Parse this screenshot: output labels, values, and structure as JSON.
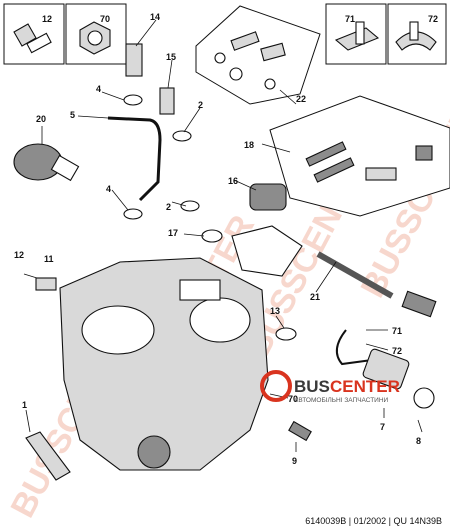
{
  "labels": {
    "l1": "1",
    "l2a": "2",
    "l2b": "2",
    "l4a": "4",
    "l4b": "4",
    "l5": "5",
    "l7": "7",
    "l8": "8",
    "l9": "9",
    "l11": "11",
    "l12a": "12",
    "l12b": "12",
    "l13": "13",
    "l14": "14",
    "l15": "15",
    "l16": "16",
    "l17": "17",
    "l18": "18",
    "l20": "20",
    "l21": "21",
    "l22": "22",
    "l70a": "70",
    "l70b": "70",
    "l71a": "71",
    "l71b": "71",
    "l72a": "72",
    "l72b": "72"
  },
  "watermark": {
    "text": "BUSSCENTER"
  },
  "brand": {
    "part1": "BUS",
    "part2": "CENTER",
    "subtitle": "АВТОМОБІЛЬНІ ЗАПЧАСТИНИ",
    "color_red": "#d9341f",
    "color_grey": "#3a3a3a"
  },
  "footer": {
    "text": "6140039B | 01/2002 | QU 14N39B"
  }
}
